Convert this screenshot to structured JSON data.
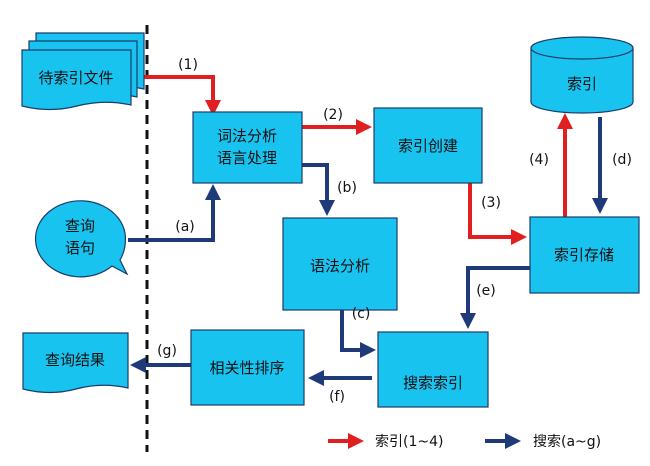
{
  "colors": {
    "box_fill": "#19c3f0",
    "index_arrow": "#e02020",
    "search_arrow": "#1f3a78"
  },
  "nodes": {
    "files": "待索引文件",
    "lexical_1": "词法分析",
    "lexical_2": "语言处理",
    "index_create": "索引创建",
    "index_db": "索引",
    "query_1": "查询",
    "query_2": "语句",
    "syntax": "语法分析",
    "index_store": "索引存储",
    "results": "查询结果",
    "ranking": "相关性排序",
    "search_index": "搜索索引"
  },
  "edge_labels": {
    "e1": "(1)",
    "e2": "(2)",
    "e3": "(3)",
    "e4": "(4)",
    "ea": "(a)",
    "eb": "(b)",
    "ec": "(c)",
    "ed": "(d)",
    "ee": "(e)",
    "ef": "(f)",
    "eg": "(g)"
  },
  "legend": {
    "index": "索引(1~4)",
    "search": "搜索(a~g)"
  }
}
